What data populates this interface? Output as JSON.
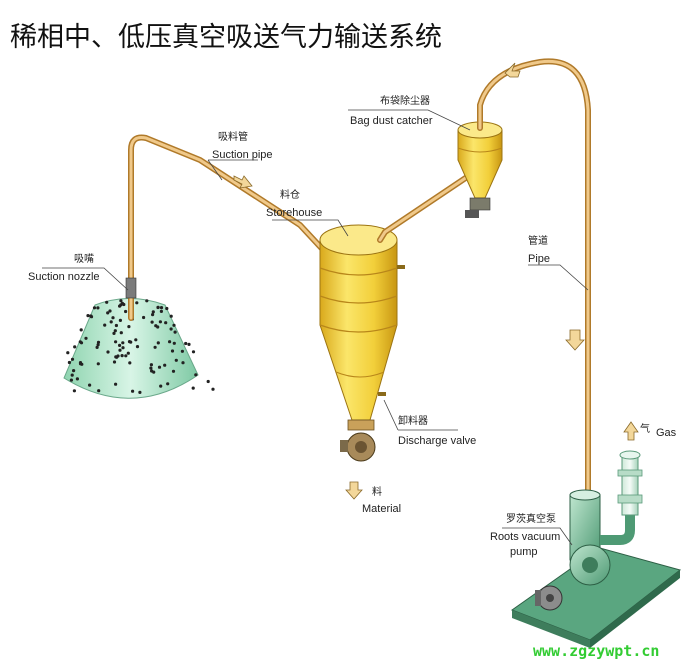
{
  "title": "稀相中、低压真空吸送气力输送系统",
  "labels": {
    "suction_pipe_cn": "吸料管",
    "suction_pipe_en": "Suction pipe",
    "storehouse_cn": "料仓",
    "storehouse_en": "Storehouse",
    "bag_dust_cn": "布袋除尘器",
    "bag_dust_en": "Bag dust catcher",
    "pipe_cn": "管道",
    "pipe_en": "Pipe",
    "suction_nozzle_cn": "吸嘴",
    "suction_nozzle_en": "Suction nozzle",
    "discharge_cn": "卸料器",
    "discharge_en": "Discharge valve",
    "material_cn": "料",
    "material_en": "Material",
    "gas_cn": "气",
    "gas_en": "Gas",
    "roots_cn": "罗茨真空泵",
    "roots_en_1": "Roots vacuum",
    "roots_en_2": "pump"
  },
  "watermark": "www.zgzywpt.cn",
  "colors": {
    "pipe": "#c9893a",
    "storehouse": "#f2cf3a",
    "pile": "#9ee0c0",
    "pump": "#5aa680",
    "watermark": "#33cc33"
  }
}
